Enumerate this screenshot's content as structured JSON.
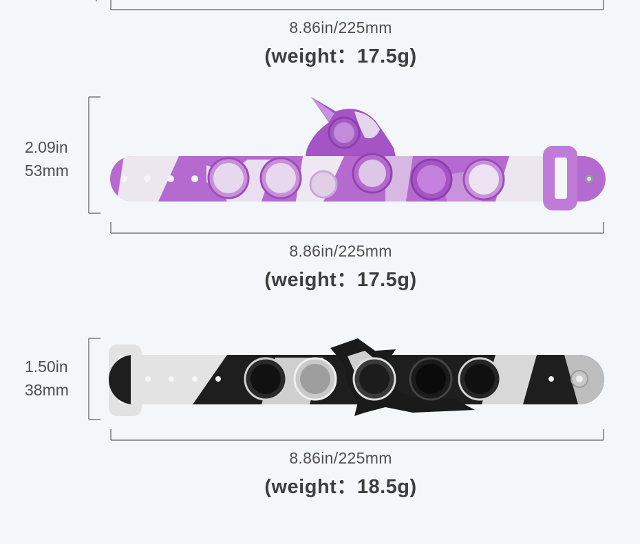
{
  "products": [
    {
      "length_label": "8.86in/225mm",
      "weight_label": "(weight：17.5g)",
      "colors": {
        "main": "#b56ad0",
        "light": "#ece6ef",
        "dark": "#9a4fb5"
      }
    },
    {
      "height_in": "2.09in",
      "height_mm": "53mm",
      "length_label": "8.86in/225mm",
      "weight_label": "(weight：17.5g)",
      "colors": {
        "main": "#b56ad0",
        "light": "#ece6ef",
        "dark": "#9a4fb5"
      }
    },
    {
      "height_in": "1.50in",
      "height_mm": "38mm",
      "length_label": "8.86in/225mm",
      "weight_label": "(weight：18.5g)",
      "colors": {
        "main": "#1e1e1e",
        "light": "#e3e3e3",
        "dark": "#0d0d0d"
      }
    }
  ]
}
